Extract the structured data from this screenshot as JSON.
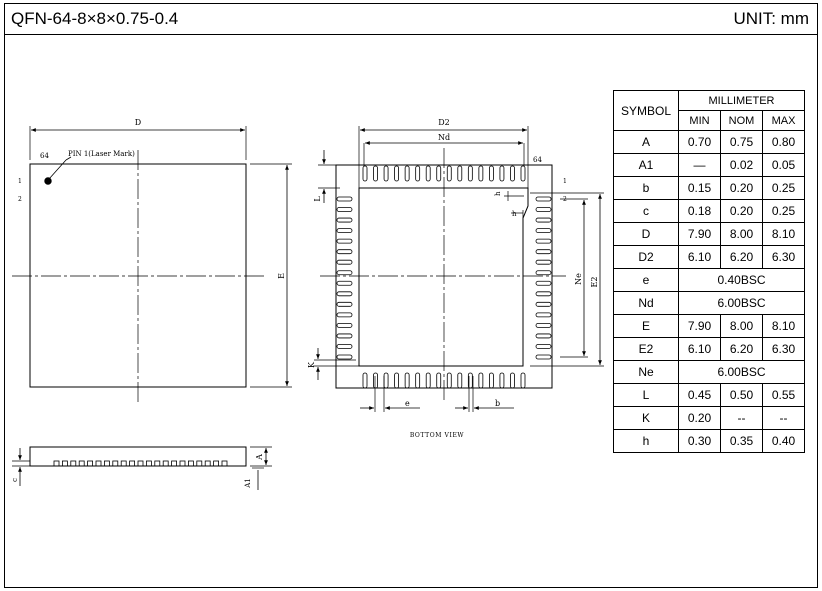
{
  "header": {
    "title": "QFN-64-8×8×0.75-0.4",
    "unit": "UNIT: mm"
  },
  "top_view": {
    "label_D": "D",
    "label_E": "E",
    "pin1_label": "PIN 1(Laser Mark)",
    "pin_64": "64",
    "pin_1": "1",
    "pin_2": "2"
  },
  "bottom_view": {
    "caption": "BOTTOM VIEW",
    "label_D2": "D2",
    "label_Nd": "Nd",
    "label_Ne": "Ne",
    "label_E2": "E2",
    "label_L": "L",
    "label_K": "K",
    "label_h1": "h",
    "label_h2": "h",
    "label_e": "e",
    "label_b": "b",
    "pin_64": "64",
    "pin_1": "1",
    "pin_2": "2"
  },
  "side_view": {
    "label_A": "A",
    "label_A1": "A1",
    "label_c": "c"
  },
  "table": {
    "h_symbol": "SYMBOL",
    "h_mm": "MILLIMETER",
    "h_min": "MIN",
    "h_nom": "NOM",
    "h_max": "MAX",
    "rows": [
      {
        "sym": "A",
        "min": "0.70",
        "nom": "0.75",
        "max": "0.80"
      },
      {
        "sym": "A1",
        "min": "—",
        "nom": "0.02",
        "max": "0.05"
      },
      {
        "sym": "b",
        "min": "0.15",
        "nom": "0.20",
        "max": "0.25"
      },
      {
        "sym": "c",
        "min": "0.18",
        "nom": "0.20",
        "max": "0.25"
      },
      {
        "sym": "D",
        "min": "7.90",
        "nom": "8.00",
        "max": "8.10"
      },
      {
        "sym": "D2",
        "min": "6.10",
        "nom": "6.20",
        "max": "6.30"
      },
      {
        "sym": "e",
        "span": "0.40BSC"
      },
      {
        "sym": "Nd",
        "span": "6.00BSC"
      },
      {
        "sym": "E",
        "min": "7.90",
        "nom": "8.00",
        "max": "8.10"
      },
      {
        "sym": "E2",
        "min": "6.10",
        "nom": "6.20",
        "max": "6.30"
      },
      {
        "sym": "Ne",
        "span": "6.00BSC"
      },
      {
        "sym": "L",
        "min": "0.45",
        "nom": "0.50",
        "max": "0.55"
      },
      {
        "sym": "K",
        "min": "0.20",
        "nom": "--",
        "max": "--"
      },
      {
        "sym": "h",
        "min": "0.30",
        "nom": "0.35",
        "max": "0.40"
      }
    ]
  }
}
